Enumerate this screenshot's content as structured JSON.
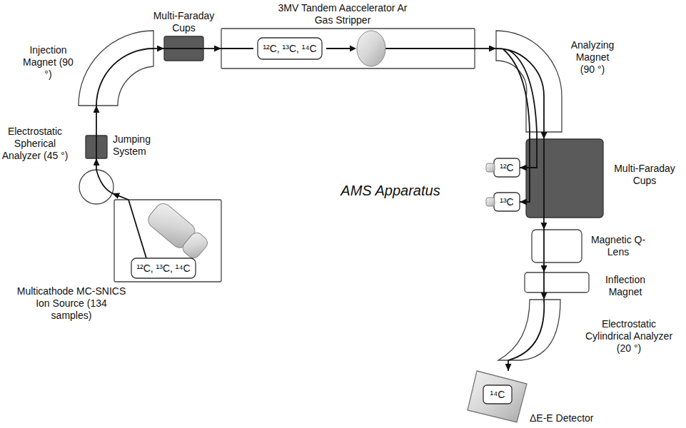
{
  "diagram": {
    "nodes": [
      {
        "text": [
          "Multicathode MC-SNICS Ion Source (134 samples)"
        ]
      },
      {
        "text": [
          "¹²C, ¹³C, ¹⁴C"
        ],
        "in": 0
      },
      {
        "text": [
          "Electrostatic Spherical Analyzer (45 °)"
        ]
      },
      {
        "text": [
          "Jumping System"
        ]
      },
      {
        "text": [
          "Injection Magnet (90 °)"
        ]
      },
      {
        "text": [
          "Multi-Faraday Cups"
        ]
      },
      {
        "text": [
          "3MV Tandem Aaccelerator Ar Gas Stripper"
        ]
      },
      {
        "text": [
          "¹²C, ¹³C, ¹⁴C"
        ],
        "in": 6
      },
      {
        "text": [
          "Analyzing Magnet (90 °)"
        ]
      },
      {
        "text": [
          "Multi-Faraday Cups"
        ]
      },
      {
        "text": [
          "¹²C"
        ]
      },
      {
        "text": [
          "¹³C"
        ]
      },
      {
        "text": [
          "Magnetic Q-Lens"
        ]
      },
      {
        "text": [
          "Inflection Magnet"
        ]
      },
      {
        "text": [
          "Electrostatic Cylindrical Analyzer (20 °)"
        ]
      },
      {
        "text": [
          "ΔE-E Detector"
        ]
      },
      {
        "text": [
          "¹⁴C"
        ],
        "in": 15
      }
    ],
    "edges": [
      {
        "from": 0,
        "to": 2,
        "arrow": "to"
      },
      {
        "from": 2,
        "to": 3,
        "arrow": "to"
      },
      {
        "from": 3,
        "to": 4,
        "arrow": "to"
      },
      {
        "from": 4,
        "to": 5,
        "arrow": "to"
      },
      {
        "from": 5,
        "to": 6,
        "arrow": "to"
      },
      {
        "from": 6,
        "to": 8,
        "arrow": "to"
      },
      {
        "from": 8,
        "to": 10,
        "arrow": "to"
      },
      {
        "from": 8,
        "to": 11,
        "arrow": "to"
      },
      {
        "from": 8,
        "to": 9,
        "arrow": "to"
      },
      {
        "from": 9,
        "to": 12,
        "arrow": "to"
      },
      {
        "from": 12,
        "to": 13,
        "arrow": "to"
      },
      {
        "from": 13,
        "to": 14,
        "arrow": "to"
      },
      {
        "from": 14,
        "to": 15,
        "arrow": "to"
      }
    ],
    "labels": [
      "AMS Apparatus"
    ]
  }
}
